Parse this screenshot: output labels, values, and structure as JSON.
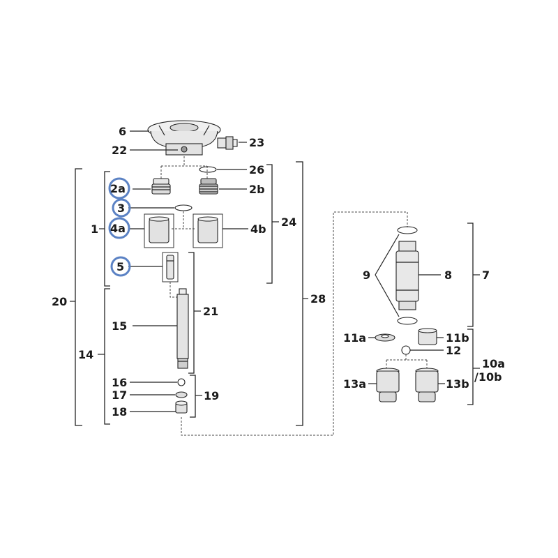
{
  "labels": {
    "l1": "1",
    "l2a": "2a",
    "l2b": "2b",
    "l3": "3",
    "l4a": "4a",
    "l4b": "4b",
    "l5": "5",
    "l6": "6",
    "l7": "7",
    "l8": "8",
    "l9": "9",
    "l10": "10a",
    "l10b": "/10b",
    "l11a": "11a",
    "l11b": "11b",
    "l12": "12",
    "l13a": "13a",
    "l13b": "13b",
    "l14": "14",
    "l15": "15",
    "l16": "16",
    "l17": "17",
    "l18": "18",
    "l19": "19",
    "l20": "20",
    "l21": "21",
    "l22": "22",
    "l23": "23",
    "l24": "24",
    "l26": "26",
    "l28": "28"
  },
  "highlighted_callouts": [
    "2a",
    "3",
    "4a",
    "5"
  ],
  "colors": {
    "highlight": "#5b82c4",
    "line": "#222222",
    "part_fill": "#e6e6e6"
  }
}
